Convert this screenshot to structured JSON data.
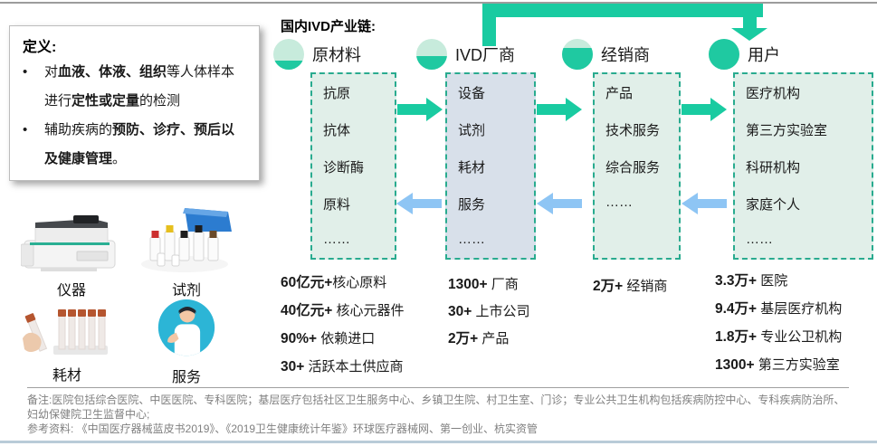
{
  "definition": {
    "title": "定义:",
    "bullet_marker": "•",
    "bullets": [
      {
        "segments": [
          {
            "text": "对"
          },
          {
            "text": "血液、体液、组织",
            "bold": true
          },
          {
            "text": "等人体样本进行"
          },
          {
            "text": "定性或定量",
            "bold": true
          },
          {
            "text": "的检测"
          }
        ]
      },
      {
        "segments": [
          {
            "text": "辅助疾病的"
          },
          {
            "text": "预防、诊疗、预后以及健康管理",
            "bold": true
          },
          {
            "text": "。"
          }
        ]
      }
    ]
  },
  "chain": {
    "title": "国内IVD产业链:",
    "colors": {
      "accent_green": "#19cba1",
      "circle_light_green": "#c7ebdc",
      "box_green_bg": "#e1efe9",
      "box_blue_bg": "#d8e0ea",
      "dashed_border": "#29ab8f",
      "arrow_blue": "#8ec5f4"
    },
    "stages": [
      {
        "label": "原材料",
        "fill_percent": 28,
        "items": [
          "抗原",
          "抗体",
          "诊断酶",
          "原料",
          "……"
        ],
        "stats": [
          {
            "num": "60亿元+",
            "label": "核心原料"
          },
          {
            "num": "40亿元+",
            "label": " 核心元器件"
          },
          {
            "num": "90%+",
            "label": " 依赖进口"
          },
          {
            "num": "30+",
            "label": " 活跃本土供应商"
          }
        ]
      },
      {
        "label": "IVD厂商",
        "fill_percent": 45,
        "items": [
          "设备",
          "试剂",
          "耗材",
          "服务",
          "……"
        ],
        "stats": [
          {
            "num": "1300+",
            "label": " 厂商"
          },
          {
            "num": "30+",
            "label": " 上市公司"
          },
          {
            "num": "2万+",
            "label": " 产品"
          }
        ]
      },
      {
        "label": "经销商",
        "fill_percent": 72,
        "items": [
          "产品",
          "技术服务",
          "综合服务",
          "……"
        ],
        "stats": [
          {
            "num": "2万+",
            "label": " 经销商"
          }
        ]
      },
      {
        "label": "用户",
        "fill_percent": 100,
        "items": [
          "医疗机构",
          "第三方实验室",
          "科研机构",
          "家庭个人",
          "……"
        ],
        "stats": [
          {
            "num": "3.3万+",
            "label": " 医院"
          },
          {
            "num": "9.4万+",
            "label": " 基层医疗机构"
          },
          {
            "num": "1.8万+",
            "label": " 专业公卫机构"
          },
          {
            "num": "1300+",
            "label": " 第三方实验室"
          }
        ]
      }
    ]
  },
  "products": [
    {
      "label": "仪器",
      "icon": "analyzer-image"
    },
    {
      "label": "试剂",
      "icon": "reagents-image"
    },
    {
      "label": "耗材",
      "icon": "consumables-image"
    },
    {
      "label": "服务",
      "icon": "service-person-image"
    }
  ],
  "footer": {
    "note1": "备注:医院包括综合医院、中医医院、专科医院；基层医疗包括社区卫生服务中心、乡镇卫生院、村卫生室、门诊；专业公共卫生机构包括疾病防控中心、专科疾病防治所、妇幼保健院卫生监督中心;",
    "note2": "参考资料: 《中国医疗器械蓝皮书2019》、《2019卫生健康统计年鉴》环球医疗器械网、第一创业、杭实资管"
  }
}
